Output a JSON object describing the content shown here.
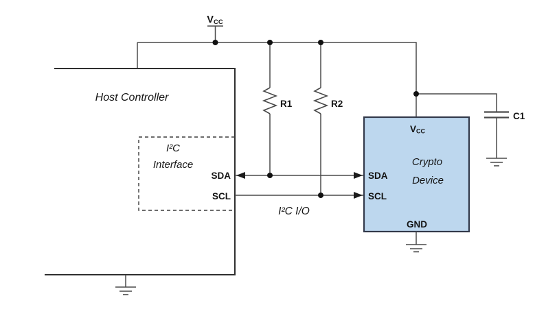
{
  "diagram": {
    "power_rail": {
      "vcc_main": "V",
      "vcc_sub": "CC"
    },
    "host": {
      "title": "Host Controller",
      "i2c_block_line1": "I²C",
      "i2c_block_line2": "Interface",
      "pin_sda": "SDA",
      "pin_scl": "SCL"
    },
    "bus_label": "I²C  I/O",
    "resistors": {
      "r1_label": "R1",
      "r2_label": "R2"
    },
    "capacitor": {
      "c1_label": "C1"
    },
    "crypto_device": {
      "pin_vcc_main": "V",
      "pin_vcc_sub": "CC",
      "title_line1": "Crypto",
      "title_line2": "Device",
      "pin_sda": "SDA",
      "pin_scl": "SCL",
      "pin_gnd": "GND"
    },
    "colors": {
      "wire": "#4a4a4a",
      "crypto_fill": "#bdd7ee",
      "crypto_border": "#32394a",
      "text": "#141414"
    }
  }
}
